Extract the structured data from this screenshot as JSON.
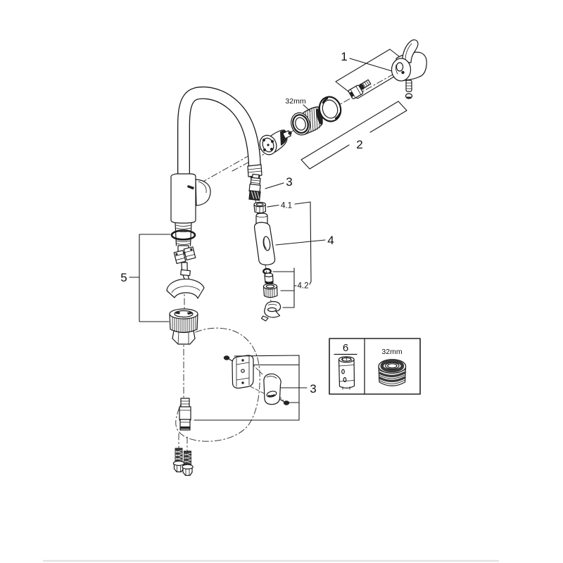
{
  "diagram": {
    "kind": "exploded-parts-diagram",
    "colors": {
      "background": "#ffffff",
      "line": "#1a1a1a",
      "bottom_rule": "#e3e3e3"
    },
    "callouts": {
      "handle_group": "1",
      "cartridge_group": "2",
      "hose_connector_top": "3",
      "spray_head": "4",
      "spray_head_coupling": "4.1",
      "mousseur_group": "4.2",
      "mounting_group": "5",
      "wall_holder_group": "3",
      "service_tool": "6"
    },
    "dimensions": {
      "cartridge_nut": "32mm",
      "spare_ring": "32mm"
    }
  }
}
